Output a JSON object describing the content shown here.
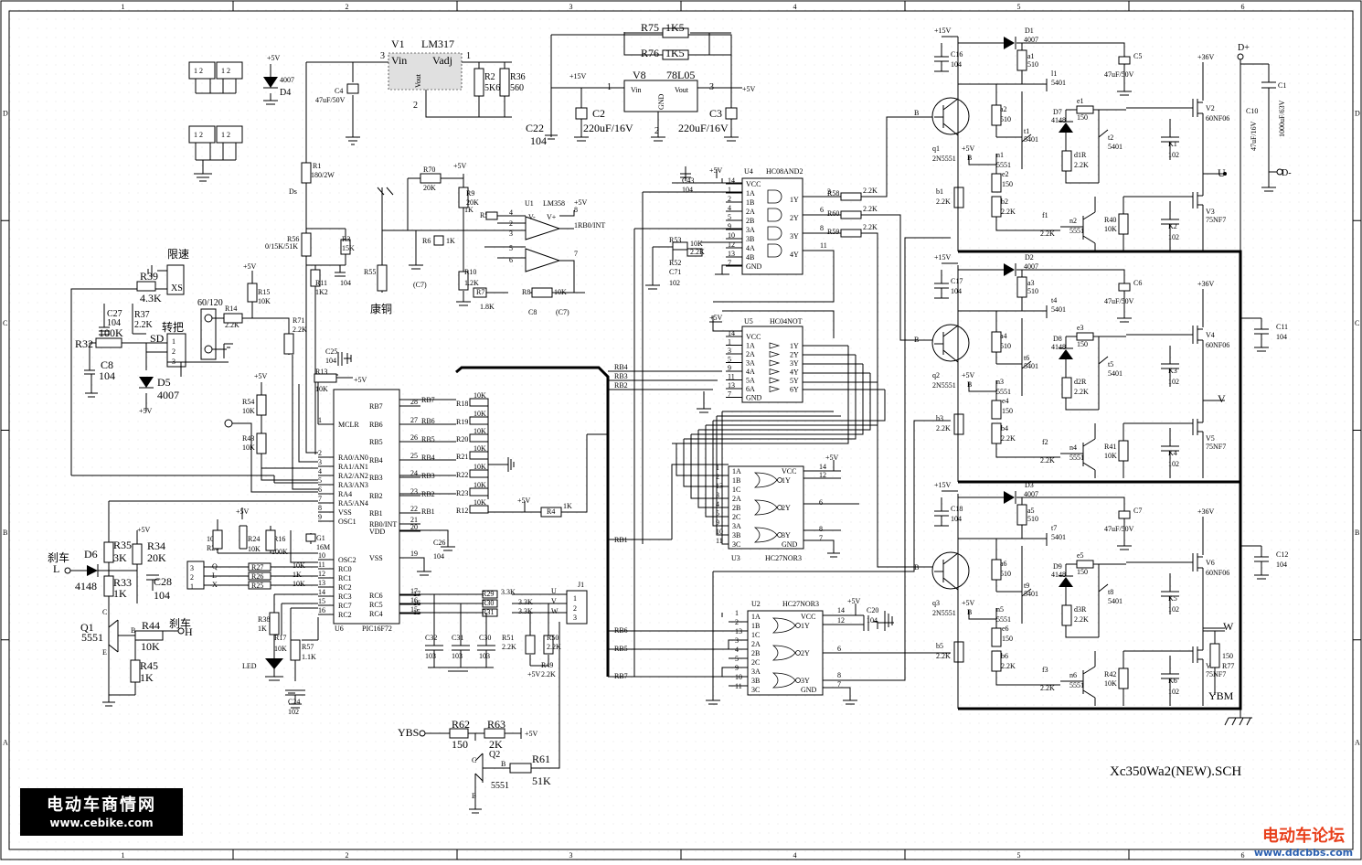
{
  "sheet": {
    "title": "Xc350Wa2(NEW).SCH",
    "col_markers": [
      "1",
      "2",
      "3",
      "4",
      "5",
      "6"
    ],
    "row_markers": [
      "D",
      "C",
      "B",
      "A"
    ]
  },
  "watermark_left": {
    "text": "电动车商情网",
    "url": "www.cebike.com"
  },
  "watermark_right": {
    "text": "电动车论坛",
    "url": "www.ddcbbs.com"
  },
  "labels": {
    "xiansu": "限速",
    "zhuanba": "转把",
    "shache1": "刹车",
    "shache2": "刹车",
    "kangtong": "康铜",
    "ybs": "YBS",
    "ybm": "YBM",
    "led": "LED",
    "dplus": "D+",
    "dminus": "D-",
    "u": "U",
    "v": "V",
    "w": "W",
    "l": "L",
    "h": "H",
    "xs": "XS",
    "sd": "SD",
    "ds": "Ds",
    "p60": "60/120"
  },
  "chips": {
    "u6": {
      "name": "U6",
      "part": "PIC16F72",
      "left_pins": [
        [
          "1",
          "MCLR"
        ],
        [
          "2",
          "RA0/AN0"
        ],
        [
          "3",
          "RA1/AN1"
        ],
        [
          "4",
          "RA2/AN2"
        ],
        [
          "5",
          "RA3/AN3"
        ],
        [
          "6",
          "RA4"
        ],
        [
          "7",
          "RA5/AN4"
        ],
        [
          "8",
          "VSS"
        ],
        [
          "9",
          "OSC1"
        ],
        [
          "10",
          "OSC2"
        ],
        [
          "11",
          "RC0"
        ],
        [
          "12",
          "RC1"
        ],
        [
          "13",
          "RC2"
        ],
        [
          "14",
          "RC3"
        ],
        [
          "15",
          "RC7"
        ],
        [
          "16",
          "RC2"
        ]
      ],
      "right_pins": [
        [
          "28",
          "RB7"
        ],
        [
          "27",
          "RB6"
        ],
        [
          "26",
          "RB5"
        ],
        [
          "25",
          "RB4"
        ],
        [
          "24",
          "RB3"
        ],
        [
          "23",
          "RB2"
        ],
        [
          "22",
          "RB1"
        ],
        [
          "21",
          "RB0/INT"
        ],
        [
          "20",
          "VDD"
        ],
        [
          "19",
          "VSS"
        ],
        [
          "17",
          "RC6"
        ],
        [
          "16",
          "RC5"
        ],
        [
          "15",
          "RC4"
        ]
      ]
    },
    "u4": {
      "name": "U4",
      "part": "HC08AND2",
      "pins": [
        "VCC",
        "1A",
        "1B",
        "2A",
        "2B",
        "3A",
        "3B",
        "4A",
        "4B",
        "GND"
      ],
      "outs": [
        "1Y",
        "2Y",
        "3Y",
        "4Y"
      ]
    },
    "u5": {
      "name": "U5",
      "part": "HC04NOT",
      "pins": [
        "VCC",
        "1A",
        "2A",
        "3A",
        "4A",
        "5A",
        "6A",
        "GND"
      ],
      "outs": [
        "1Y",
        "2Y",
        "3Y",
        "4Y",
        "5Y",
        "6Y"
      ]
    },
    "u3": {
      "name": "U3",
      "part": "HC27NOR3",
      "pins": [
        "1A",
        "1B",
        "1C",
        "2A",
        "2B",
        "2C",
        "3A",
        "3B",
        "3C"
      ],
      "outs": [
        "VCC",
        "1Y",
        "2Y",
        "3Y",
        "GND"
      ]
    },
    "u2": {
      "name": "U2",
      "part": "HC27NOR3",
      "pins": [
        "1A",
        "1B",
        "1C",
        "2A",
        "2B",
        "2C",
        "3A",
        "3B",
        "3C"
      ],
      "outs": [
        "VCC",
        "1Y",
        "2Y",
        "3Y",
        "GND"
      ]
    },
    "u1": {
      "name": "U1",
      "part": "LM358",
      "rb0": "1RB0/INT"
    },
    "v1": {
      "name": "V1",
      "part": "LM317",
      "pins": [
        "Vin",
        "Vout",
        "Vadj"
      ]
    },
    "v8": {
      "name": "V8",
      "part": "78L05",
      "pins": [
        "Vin",
        "Vout",
        "GND"
      ]
    },
    "j1": {
      "name": "J1",
      "pins": [
        "U",
        "V",
        "W"
      ]
    }
  },
  "bus_labels": [
    "RB4",
    "RB3",
    "RB2",
    "RB1",
    "RB6",
    "RB5",
    "RB7"
  ],
  "components": [
    "R75 1K5",
    "R76 1K5",
    "R2 5K6",
    "R36 560",
    "C4 47uF/50V",
    "C2 220uF/16V",
    "C3 220uF/16V",
    "C22 104",
    "D4 4007",
    "R1 180/2W",
    "R56 0/15K/51K",
    "R3 15K",
    "R11 1K2",
    "R70 20K",
    "R9 20K",
    "R5 1K",
    "R6 1K",
    "R55",
    "R10 1.2K",
    "R7 1.8K",
    "R8 10K",
    "C43 104",
    "R39 4.3K",
    "C27 104",
    "R37 2.2K",
    "R32 100K",
    "C8 104",
    "D5 4007",
    "R14 2.2K",
    "R15 10K",
    "R71 2.2K",
    "C25 104",
    "R13 10K",
    "R54 10K",
    "R43 10K",
    "R18 10K",
    "R19 10K",
    "R20 10K",
    "R21 10K",
    "R22 10K",
    "R23 10K",
    "R12 10K",
    "R4 1K",
    "C26 104",
    "R28 10K",
    "R24 10K",
    "R16 100K",
    "G1 16M",
    "R27 10K",
    "R26 1K",
    "R25 10K",
    "R38 1K",
    "R17 10K",
    "R57 1.1K",
    "C24 102",
    "R35 3K",
    "R34 20K",
    "D6 4148",
    "R33 1K",
    "C28 104",
    "Q1 5551",
    "R44 10K",
    "R45 1K",
    "R29 3.3K",
    "R30 3.3K",
    "R31 3.3K",
    "C32 103",
    "C31 103",
    "C30 103",
    "R51 2.2K",
    "R50 2.2K",
    "R49 2.2K",
    "R62 150",
    "R63 2K",
    "Q2 5551",
    "R61 51K",
    "R53 10K",
    "R52 2.2K",
    "C71 102",
    "C20 104",
    "R58 2.2K",
    "R60 2.2K",
    "R59 2.2K",
    "D1 4007",
    "a1 510",
    "C5 47uF/50V",
    "C16 104",
    "l1 5401",
    "V2 60NF06",
    "C10 47uF/16V",
    "C1 1000uF/63V",
    "q1 2N5551",
    "a2 510",
    "D7 4148",
    "e1 150",
    "t2 5401",
    "K1 102",
    "t1 5401",
    "d1R 2.2K",
    "n1 5551",
    "e2 150",
    "b1 2.2K",
    "b2 2.2K",
    "f1 2.2K",
    "n2 5551",
    "R40 10K",
    "K2 102",
    "V3 75NF7",
    "D2 4007",
    "a3 510",
    "C6 47uF/50V",
    "C17 104",
    "t4 5401",
    "V4 60NF06",
    "C11 104",
    "q2 2N5551",
    "a4 510",
    "D8 4148",
    "e3 150",
    "t6 5401",
    "t5 5401",
    "d2R 2.2K",
    "n3 5551",
    "K3 102",
    "e4 150",
    "b3 2.2K",
    "b4 2.2K",
    "f2 2.2K",
    "n4 5551",
    "R41 10K",
    "K4 102",
    "V5 75NF7",
    "D3 4007",
    "a5 510",
    "C7 47uF/50V",
    "C18 104",
    "t7 5401",
    "V6 60NF06",
    "C12 104",
    "q3 2N5551",
    "a6 510",
    "D9 4148",
    "e5 150",
    "t9 5401",
    "t8 5401",
    "d3R 2.2K",
    "n5 5551",
    "K5 102",
    "e6 150",
    "b5 2.2K",
    "b6 2.2K",
    "f3 2.2K",
    "n6 5551",
    "R42 10K",
    "K6 102",
    "V7 75NF7",
    "R77 150"
  ],
  "supply": {
    "p15": "+15V",
    "p5": "+5V",
    "p36": "+36V"
  }
}
